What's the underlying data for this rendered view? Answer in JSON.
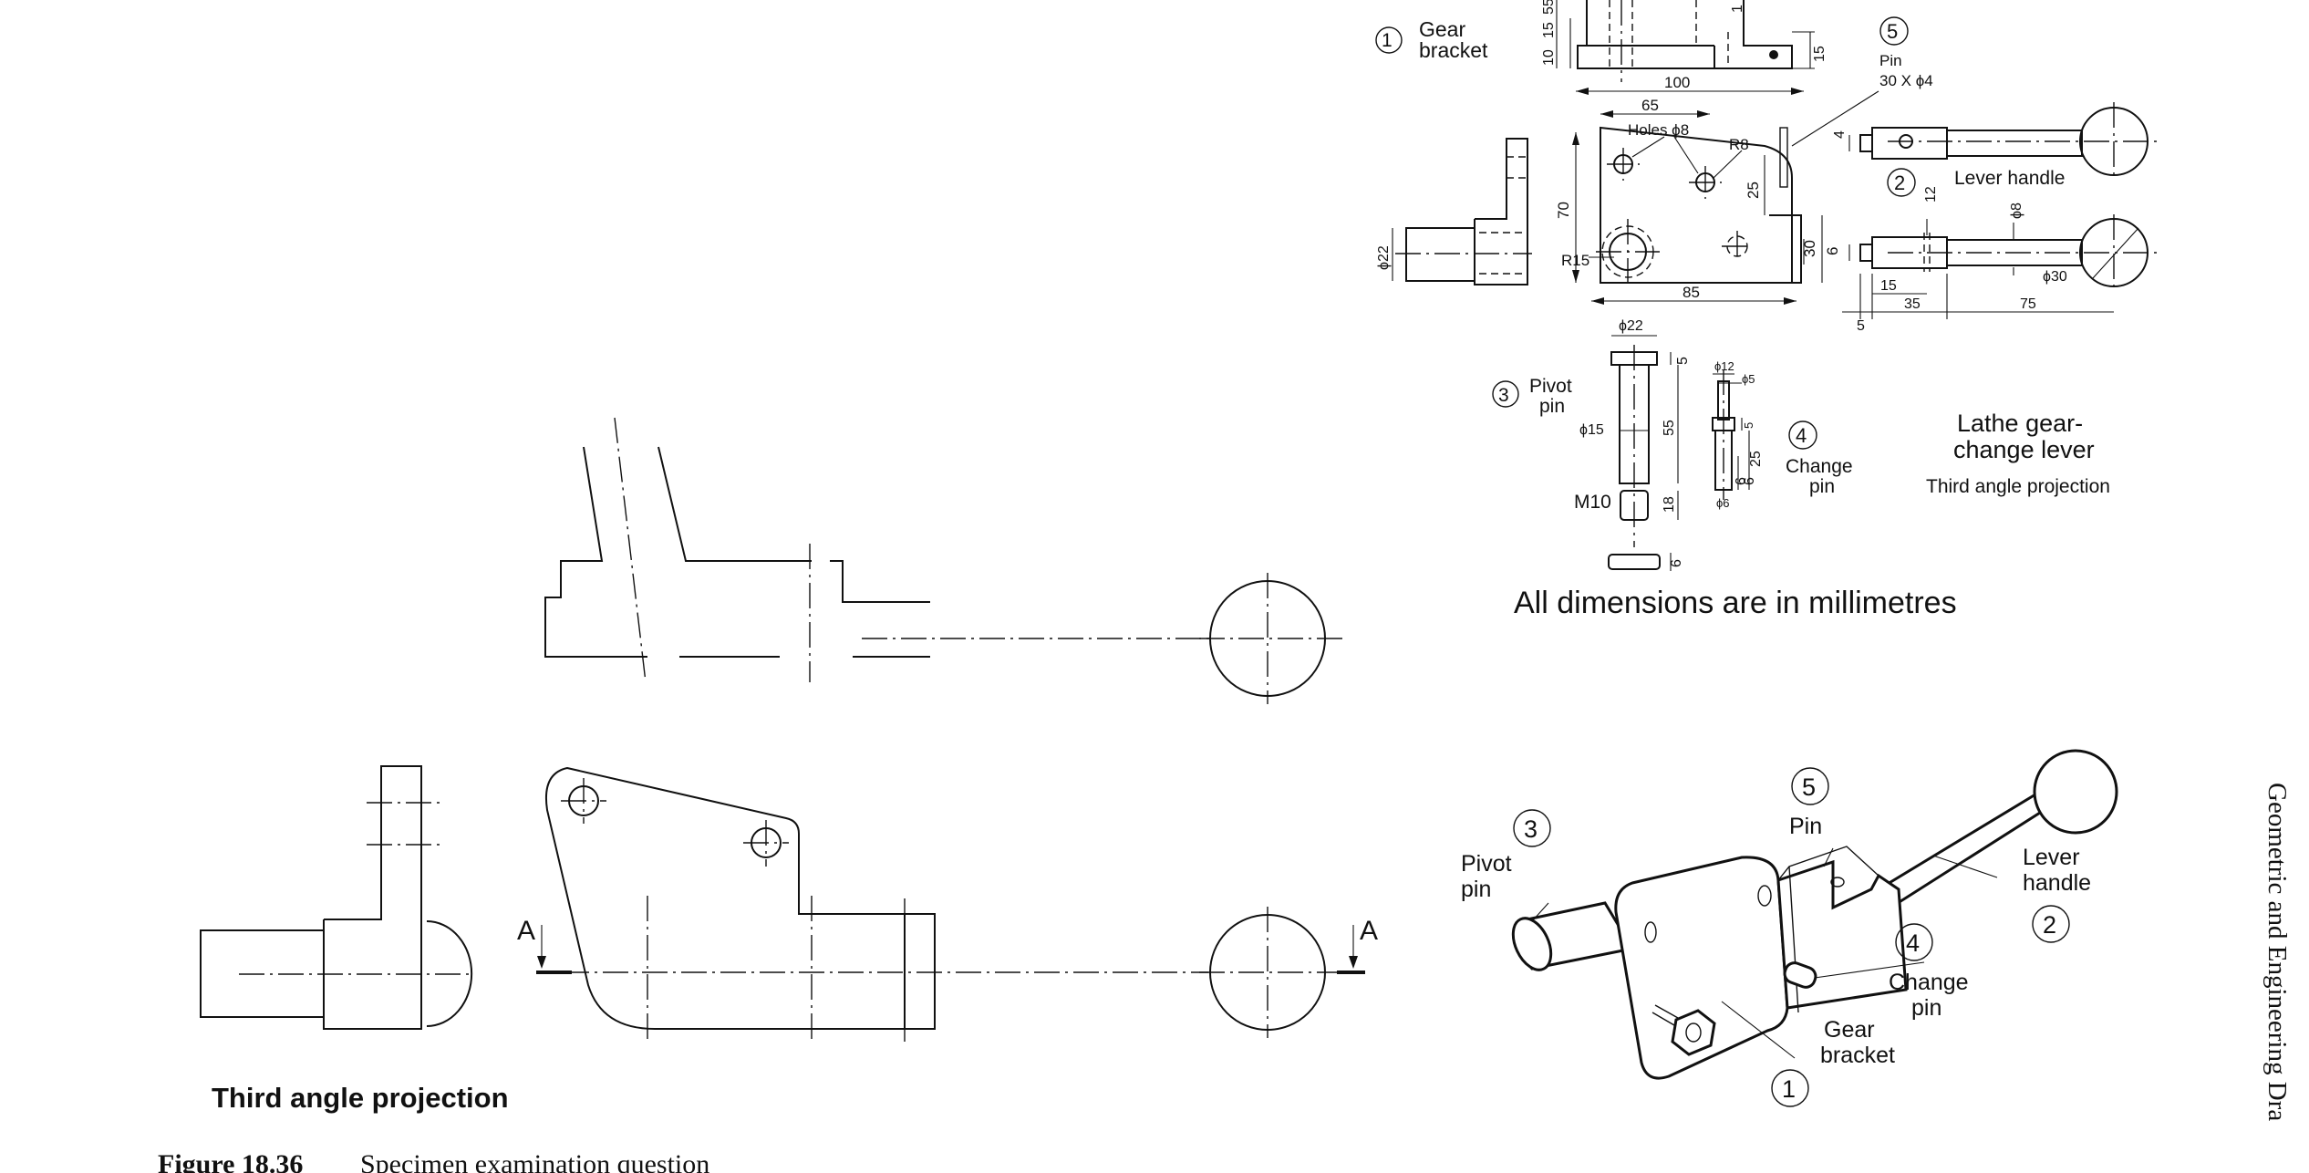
{
  "question_drawing": {
    "projection_label": "Third angle projection",
    "section_marks": [
      "A",
      "A"
    ]
  },
  "details_drawing": {
    "parts": [
      {
        "number": "1",
        "name": "Gear\nbracket"
      },
      {
        "number": "2",
        "name": "Lever handle"
      },
      {
        "number": "3",
        "name": "Pivot\npin"
      },
      {
        "number": "4",
        "name": "Change\npin"
      },
      {
        "number": "5",
        "name": "Pin",
        "spec": "30 X ϕ4"
      }
    ],
    "dimensions": {
      "bracket": [
        "55",
        "10",
        "15",
        "1",
        "15",
        "100",
        "65",
        "Holes ϕ8",
        "R8",
        "70",
        "25",
        "30",
        "6",
        "R15",
        "85",
        "ϕ22"
      ],
      "lever": [
        "4",
        "12",
        "ϕ8",
        "ϕ30",
        "15",
        "35",
        "75",
        "5"
      ],
      "pivot_pin": [
        "ϕ22",
        "5",
        "ϕ15",
        "55",
        "M10",
        "18",
        "6"
      ],
      "change_pin": [
        "ϕ12",
        "ϕ5",
        "5",
        "25",
        "6",
        "6",
        "ϕ6"
      ]
    },
    "title": "Lathe gear-\nchange lever",
    "projection": "Third angle projection",
    "note": "All dimensions are in millimetres"
  },
  "pictorial": {
    "labels": [
      {
        "number": "3",
        "text": "Pivot\npin"
      },
      {
        "number": "5",
        "text": "Pin"
      },
      {
        "number": "4",
        "text": "Change\npin"
      },
      {
        "number": "1",
        "text": "Gear\nbracket"
      },
      {
        "number": "2",
        "text": "Lever\nhandle"
      }
    ]
  },
  "caption": {
    "figure": "Figure 18.36",
    "text": "Specimen examination question"
  },
  "running_header": "Geometric and Engineering Dra"
}
